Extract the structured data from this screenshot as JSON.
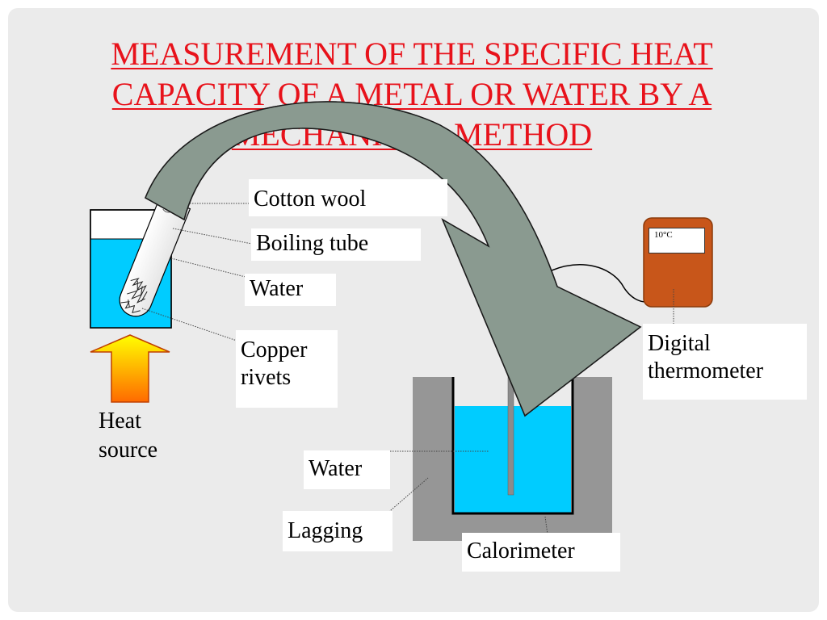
{
  "title": {
    "line1": "MEASUREMENT OF THE SPECIFIC HEAT",
    "line2": "CAPACITY OF A METAL OR WATER BY A",
    "line3": "MECHANICAL METHOD"
  },
  "labels": {
    "cotton_wool": "Cotton wool",
    "boiling_tube": "Boiling tube",
    "water_beaker": "Water",
    "copper_rivets_1": "Copper",
    "copper_rivets_2": "rivets",
    "heat_source_1": "Heat",
    "heat_source_2": "source",
    "digital_thermometer_1": "Digital",
    "digital_thermometer_2": "thermometer",
    "water_calorimeter": "Water",
    "lagging": "Lagging",
    "calorimeter": "Calorimeter"
  },
  "thermometer_reading": "10°C",
  "colors": {
    "title": "#e8121b",
    "water": "#00ccff",
    "lagging": "#969696",
    "thermometer_body": "#c8561a",
    "arrow": "#8a9a90",
    "heat_arrow_top": "#ffff00",
    "heat_arrow_bottom": "#ff6600"
  }
}
